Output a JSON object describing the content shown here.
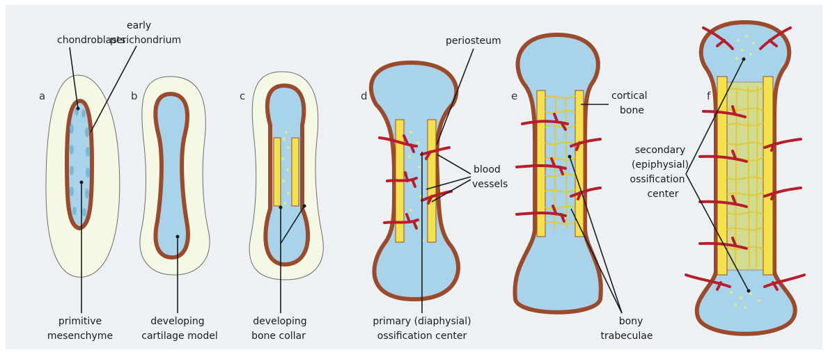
{
  "colors": {
    "background": "#eef1f4",
    "mesenchyme": "#f6f8e6",
    "cartilage": "#a9d3ea",
    "perichondrium": "#9c4a2c",
    "bone": "#f4e24c",
    "vessel": "#b81d2c",
    "dots": "#d8ec8a",
    "label_line": "#1a1a1a"
  },
  "panels": [
    {
      "letter": "a",
      "labels": {
        "top1": "chondroblasts",
        "top2a": "early",
        "top2b": "perichondrium",
        "bottom_a": "primitive",
        "bottom_b": "mesenchyme"
      }
    },
    {
      "letter": "b",
      "labels": {
        "bottom_a": "developing",
        "bottom_b": "cartilage model"
      }
    },
    {
      "letter": "c",
      "labels": {
        "bottom_a": "developing",
        "bottom_b": "bone collar"
      }
    },
    {
      "letter": "d",
      "labels": {
        "top": "periosteum",
        "mid_a": "blood",
        "mid_b": "vessels",
        "bottom_a": "primary (diaphysial)",
        "bottom_b": "ossification center"
      }
    },
    {
      "letter": "e",
      "labels": {
        "right_a": "cortical",
        "right_b": "bone",
        "bottom_a": "bony",
        "bottom_b": "trabeculae"
      }
    },
    {
      "letter": "f",
      "labels": {
        "left_a": "secondary",
        "left_b": "(epiphysial)",
        "left_c": "ossification",
        "left_d": "center"
      }
    }
  ]
}
